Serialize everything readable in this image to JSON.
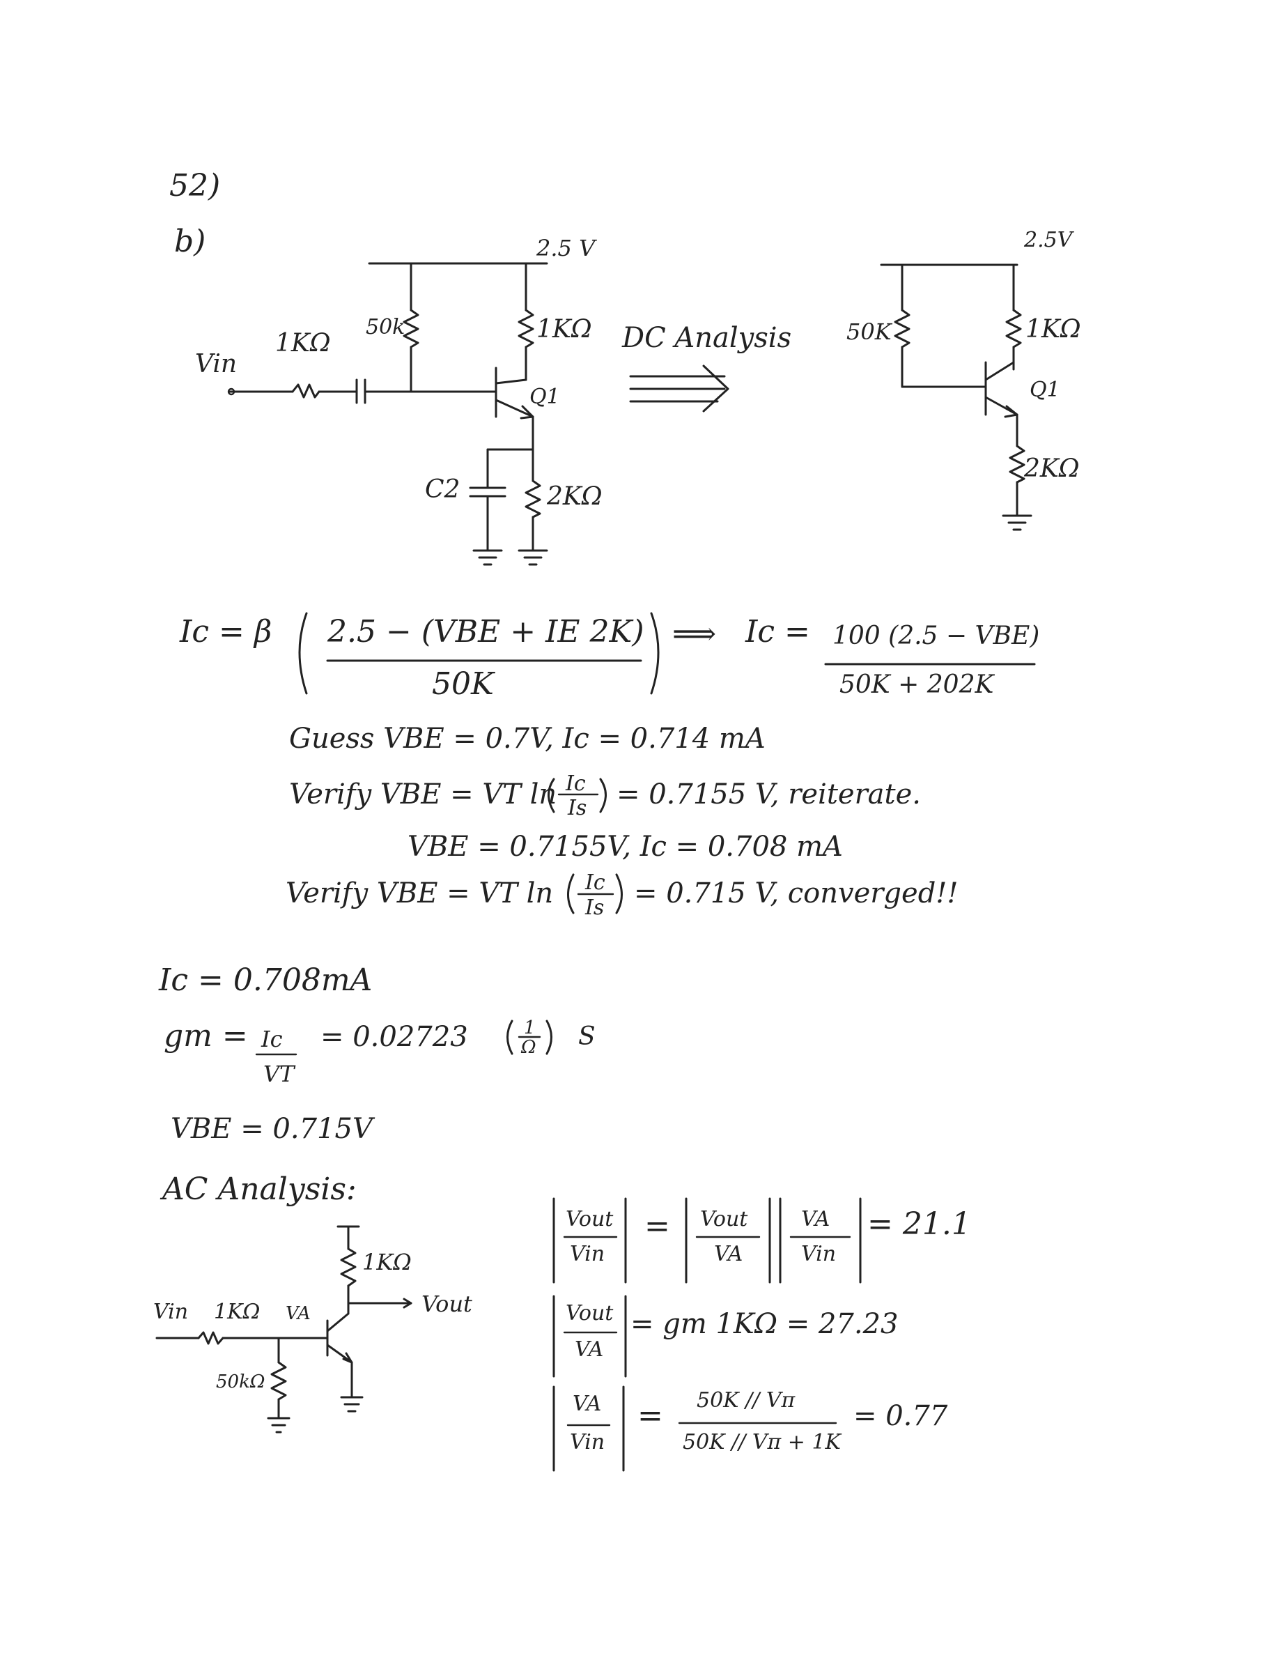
{
  "problem": {
    "number": "52)",
    "part": "b)"
  },
  "circuit1": {
    "supply": "2.5 V",
    "r_base": "50k",
    "r_collector": "1KΩ",
    "r_input": "1KΩ",
    "input": "Vin",
    "transistor": "Q1",
    "c2": "C2",
    "r_emitter": "2KΩ"
  },
  "transition": {
    "label": "DC Analysis"
  },
  "circuit2": {
    "supply": "2.5V",
    "r_base": "50K",
    "r_collector": "1KΩ",
    "transistor": "Q1",
    "r_emitter": "2KΩ"
  },
  "equations": {
    "ic_lhs": "Ic = β",
    "ic_num": "2.5 − (VBE + IE 2K)",
    "ic_den": "50K",
    "implies": "⟹",
    "ic2_lhs": "Ic =",
    "ic2_num": "100 (2.5 − VBE)",
    "ic2_den": "50K + 202K",
    "guess": "Guess  VBE = 0.7V,   Ic =  0.714 mA",
    "verify1_lhs": "Verify  VBE = VT ln",
    "verify1_frac_num": "Ic",
    "verify1_frac_den": "Is",
    "verify1_rhs": "=  0.7155 V,   reiterate.",
    "iter2": "VBE = 0.7155V,  Ic = 0.708 mA",
    "verify2_lhs": "Verify  VBE = VT ln",
    "verify2_frac_num": "Ic",
    "verify2_frac_den": "Is",
    "verify2_rhs": "=  0.715 V,   converged!!"
  },
  "results": {
    "ic": "Ic = 0.708mA",
    "gm_lhs": "gm =",
    "gm_num": "Ic",
    "gm_den": "VT",
    "gm_rhs": "=   0.02723",
    "gm_unit_num": "1",
    "gm_unit_den": "Ω",
    "gm_unit_s": "S",
    "vbe": "VBE = 0.715V"
  },
  "ac": {
    "title": "AC Analysis:",
    "vin": "Vin",
    "r_in": "1KΩ",
    "va": "VA",
    "r_col": "1KΩ",
    "vout": "Vout",
    "r_base": "50kΩ",
    "gain_row1_a_num": "Vout",
    "gain_row1_a_den": "Vin",
    "gain_row1_b_num": "Vout",
    "gain_row1_b_den": "VA",
    "gain_row1_c_num": "VA",
    "gain_row1_c_den": "Vin",
    "gain_row1_eq": "=",
    "gain_row1_result": "= 21.1",
    "gain_row2_num": "Vout",
    "gain_row2_den": "VA",
    "gain_row2_rhs": "= gm 1KΩ = 27.23",
    "gain_row3_num": "VA",
    "gain_row3_den": "Vin",
    "gain_row3_eq": "=",
    "gain_row3_frac_num": "50K // Vπ",
    "gain_row3_frac_den": "50K // Vπ + 1K",
    "gain_row3_result": "=  0.77"
  }
}
